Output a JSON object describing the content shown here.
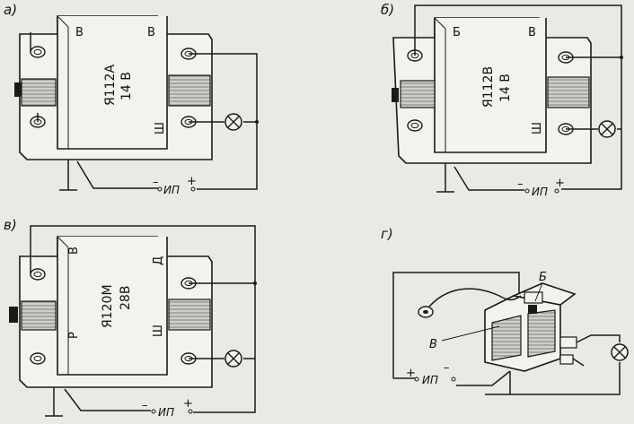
{
  "panels": {
    "a": {
      "label": "а)",
      "model": "Я112А",
      "voltage": "14 В",
      "terminal_top_left": "В",
      "terminal_top_right": "В",
      "terminal_bottom": "Ш",
      "supply": "ИП",
      "minus": "–",
      "plus": "+"
    },
    "b": {
      "label": "б)",
      "model": "Я112В",
      "voltage": "14 В",
      "terminal_top_left": "Б",
      "terminal_top_right": "В",
      "terminal_bottom": "Ш",
      "supply": "ИП",
      "minus": "–",
      "plus": "+"
    },
    "v": {
      "label": "в)",
      "model": "Я120М",
      "voltage": "28В",
      "terminal_top": "В",
      "terminal_right": "Д",
      "terminal_left": "Р",
      "terminal_bottom": "Ш",
      "supply": "ИП",
      "minus": "–",
      "plus": "+"
    },
    "g": {
      "label": "г)",
      "terminal_b": "Б",
      "terminal_v": "В",
      "supply": "ИП",
      "minus": "–",
      "plus": "+"
    }
  },
  "icons": [
    "lamp-icon",
    "screw-icon",
    "ground-symbol"
  ]
}
